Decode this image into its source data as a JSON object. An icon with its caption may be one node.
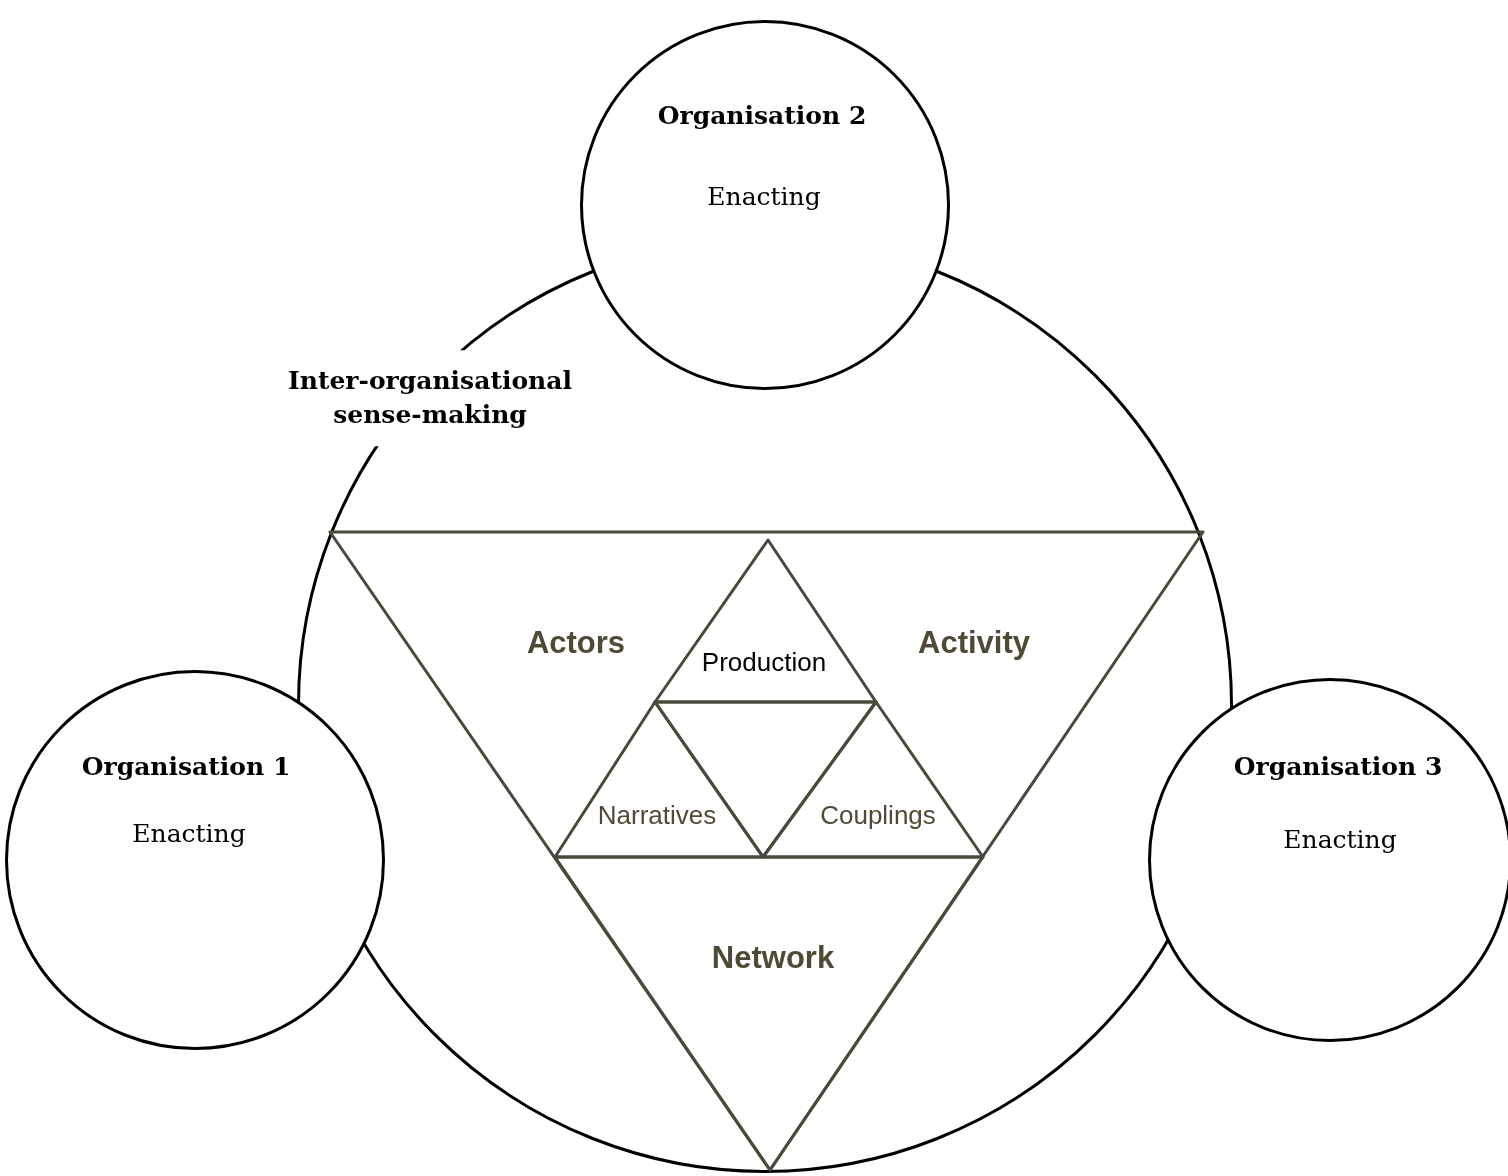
{
  "diagram": {
    "nodes": [
      {
        "text": [
          "Inter-organisational sense-making"
        ]
      },
      {
        "text": [
          "Organisation 2",
          "Enacting"
        ]
      },
      {
        "text": [
          "Organisation 1",
          "Enacting"
        ]
      },
      {
        "text": [
          "Organisation 3",
          "Enacting"
        ]
      },
      {
        "text": [
          "Actors",
          "Activity"
        ],
        "in": 0
      },
      {
        "text": [
          "Production"
        ],
        "in": 4
      },
      {
        "text": [
          "Narratives"
        ],
        "in": 4
      },
      {
        "text": [],
        "shape": "triangle",
        "in": 4
      },
      {
        "text": [
          "Couplings"
        ],
        "in": 4
      },
      {
        "text": [
          "Network"
        ],
        "in": 4
      }
    ]
  }
}
